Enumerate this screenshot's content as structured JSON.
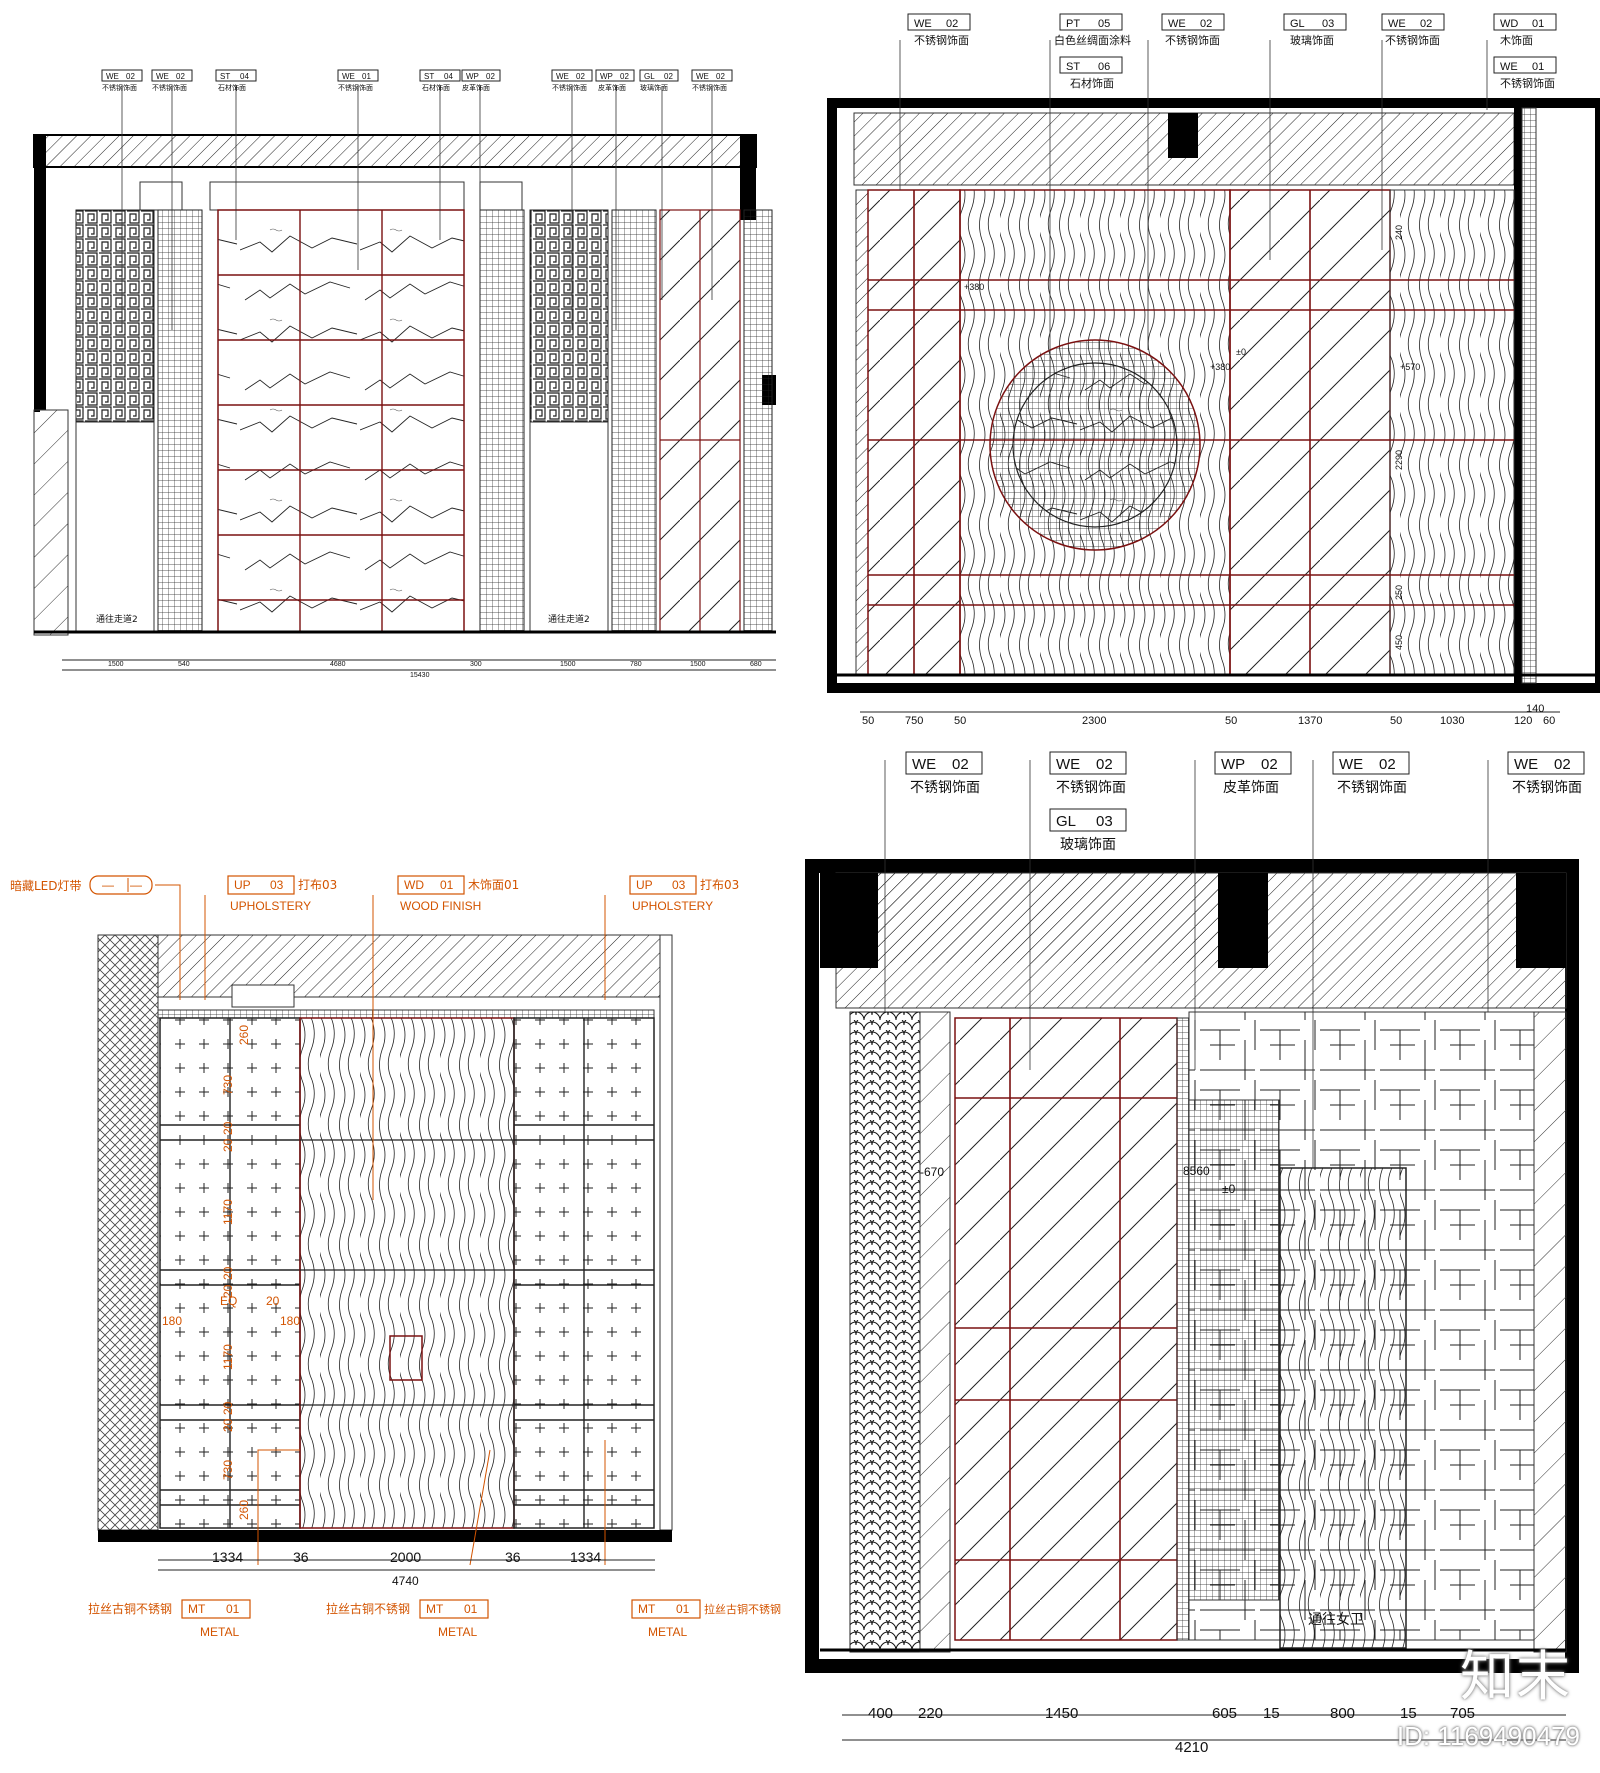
{
  "p1": {
    "tags": [
      {
        "code": "WE",
        "num": "02",
        "name": "不锈钢饰面"
      },
      {
        "code": "WE",
        "num": "02",
        "name": "不锈钢饰面"
      },
      {
        "code": "ST",
        "num": "04",
        "name": "石材饰面"
      },
      {
        "code": "WE",
        "num": "01",
        "name": "不锈钢饰面"
      },
      {
        "code": "ST",
        "num": "04",
        "name": "石材饰面"
      },
      {
        "code": "WP",
        "num": "02",
        "name": "皮革饰面"
      },
      {
        "code": "WE",
        "num": "02",
        "name": "不锈钢饰面"
      },
      {
        "code": "WP",
        "num": "02",
        "name": "皮革饰面"
      },
      {
        "code": "GL",
        "num": "02",
        "name": "玻璃饰面"
      },
      {
        "code": "WE",
        "num": "02",
        "name": "不锈钢饰面"
      }
    ],
    "labels": [
      "通往走道2",
      "通往走道2"
    ],
    "dims": [
      "1500",
      "4680",
      "1500",
      "780",
      "1500",
      "680",
      "540",
      "300"
    ],
    "total": "15430"
  },
  "p2": {
    "tags": [
      {
        "code": "WE",
        "num": "02",
        "name": "不锈钢饰面"
      },
      {
        "code": "PT",
        "num": "05",
        "name": "白色丝绸面涂料"
      },
      {
        "code": "ST",
        "num": "06",
        "name": "石材饰面"
      },
      {
        "code": "WE",
        "num": "02",
        "name": "不锈钢饰面"
      },
      {
        "code": "GL",
        "num": "03",
        "name": "玻璃饰面"
      },
      {
        "code": "WE",
        "num": "02",
        "name": "不锈钢饰面"
      },
      {
        "code": "WD",
        "num": "01",
        "name": "木饰面"
      },
      {
        "code": "WE",
        "num": "01",
        "name": "不锈钢饰面"
      }
    ],
    "dims": [
      "50",
      "750",
      "50",
      "2300",
      "50",
      "1370",
      "50",
      "1030",
      "120",
      "60"
    ],
    "side_dim": "140",
    "vdims": [
      "240",
      "2290",
      "250",
      "450"
    ],
    "levels": [
      "+380",
      "±0",
      "+380",
      "+570"
    ]
  },
  "p3": {
    "top_left": {
      "cn": "暗藏LED灯带",
      "code": "—",
      "num": "—"
    },
    "tags_top": [
      {
        "code": "UP",
        "num": "03",
        "cn": "打布03",
        "en": "UPHOLSTERY"
      },
      {
        "code": "WD",
        "num": "01",
        "cn": "木饰面01",
        "en": "WOOD FINISH"
      },
      {
        "code": "UP",
        "num": "03",
        "cn": "打布03",
        "en": "UPHOLSTERY"
      }
    ],
    "tags_bottom": [
      {
        "code": "MT",
        "num": "01",
        "cn": "拉丝古铜不锈钢",
        "en": "METAL"
      },
      {
        "code": "MT",
        "num": "01",
        "cn": "拉丝古铜不锈钢",
        "en": "METAL"
      },
      {
        "code": "MT",
        "num": "01",
        "cn": "拉丝古铜不锈钢",
        "en": "METAL"
      }
    ],
    "dims": [
      "1334",
      "36",
      "2000",
      "36",
      "1334"
    ],
    "total": "4740",
    "vdims": [
      "260",
      "730",
      "20",
      "20",
      "1170",
      "20",
      "20",
      "1170",
      "20",
      "20",
      "730",
      "260"
    ],
    "side": [
      "180",
      "EQ",
      "20",
      "180"
    ]
  },
  "p4": {
    "tags": [
      {
        "code": "WE",
        "num": "02",
        "name": "不锈钢饰面"
      },
      {
        "code": "WE",
        "num": "02",
        "name": "不锈钢饰面"
      },
      {
        "code": "GL",
        "num": "03",
        "name": "玻璃饰面"
      },
      {
        "code": "WP",
        "num": "02",
        "name": "皮革饰面"
      },
      {
        "code": "WE",
        "num": "02",
        "name": "不锈钢饰面"
      },
      {
        "code": "WE",
        "num": "02",
        "name": "不锈钢饰面"
      }
    ],
    "levels": [
      "-670",
      "8560",
      "±0"
    ],
    "door_label": "通往女卫",
    "dims": [
      "400",
      "220",
      "1450",
      "605",
      "15",
      "800",
      "15",
      "705"
    ],
    "total": "4210"
  },
  "footer": {
    "logo": "知末",
    "id": "ID: 1169490479"
  }
}
